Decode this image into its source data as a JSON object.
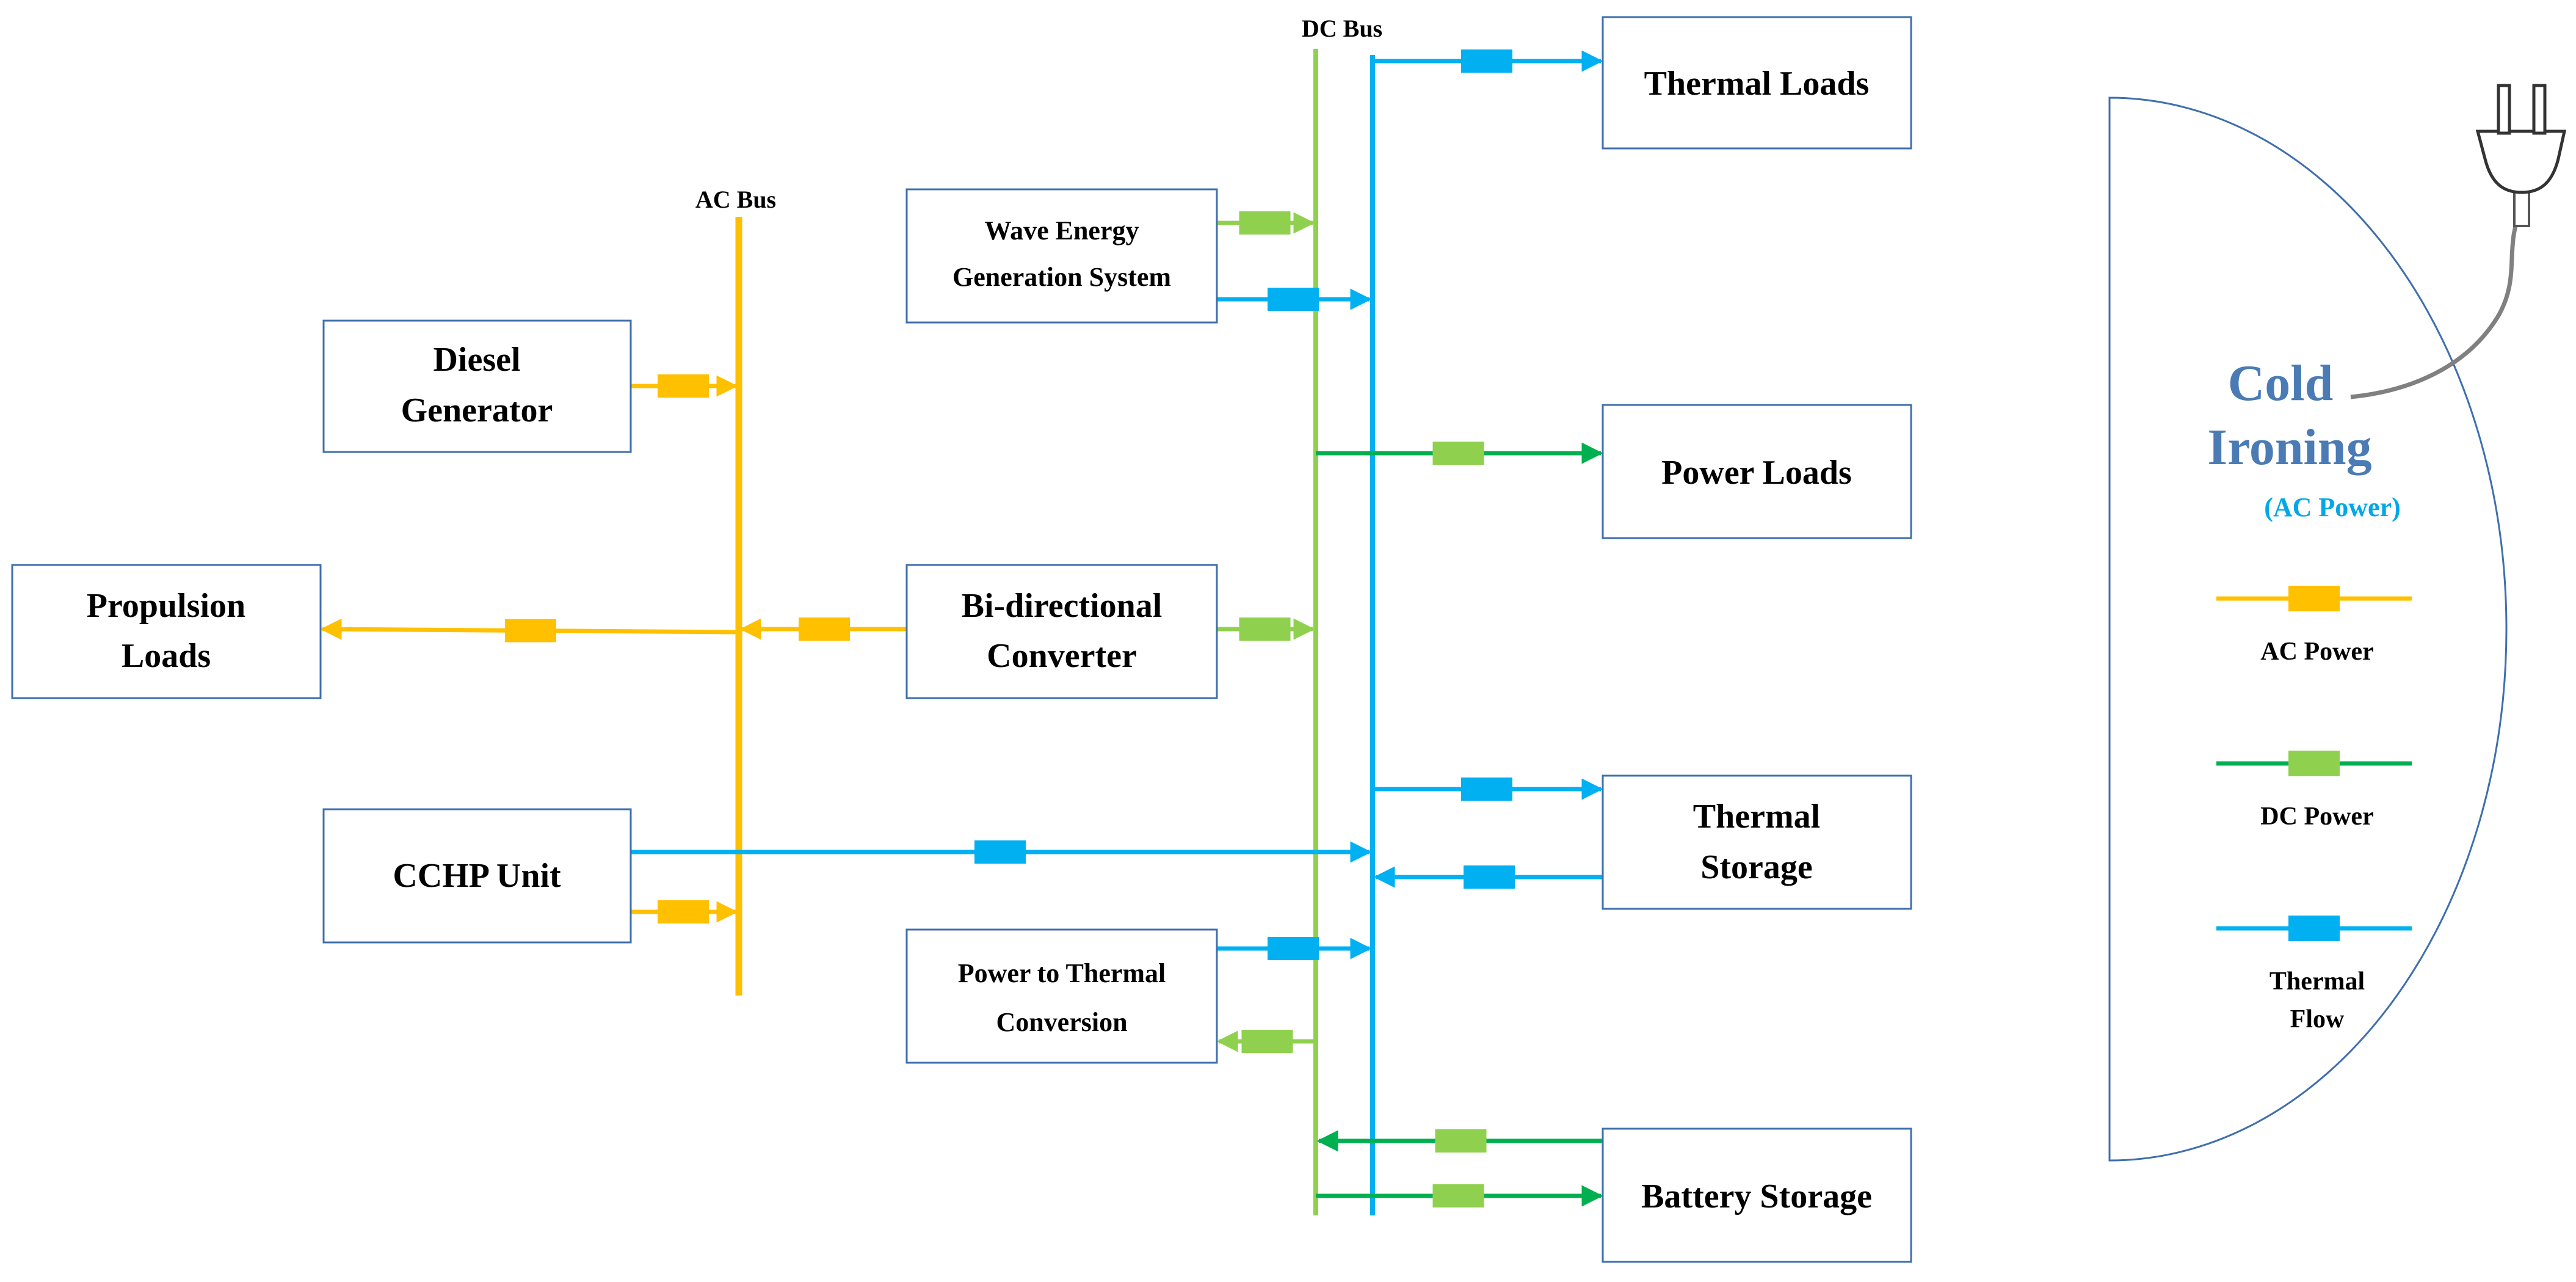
{
  "colors": {
    "ac": "#ffc000",
    "dc": "#8fd14f",
    "dc_dark": "#00b050",
    "thermal": "#00b0f0",
    "box_border": "#3f6fae",
    "title": "#4a7bb5",
    "subtitle": "#00a8e8"
  },
  "buses": {
    "ac_label": "AC Bus",
    "dc_label": "DC Bus"
  },
  "blocks": {
    "diesel_generator": [
      "Diesel",
      "Generator"
    ],
    "propulsion_loads": [
      "Propulsion",
      "Loads"
    ],
    "cchp_unit": [
      "CCHP Unit"
    ],
    "wave_energy": [
      "Wave Energy",
      "Generation System"
    ],
    "bidirectional_converter": [
      "Bi-directional",
      "Converter"
    ],
    "power_to_thermal": [
      "Power to Thermal",
      "Conversion"
    ],
    "thermal_loads": [
      "Thermal Loads"
    ],
    "power_loads": [
      "Power Loads"
    ],
    "thermal_storage": [
      "Thermal",
      "Storage"
    ],
    "battery_storage": [
      "Battery Storage"
    ]
  },
  "panel": {
    "title_line1": "Cold",
    "title_line2": "Ironing",
    "subtitle": "(AC Power)",
    "plug_icon": "power-plug-icon"
  },
  "legend": [
    {
      "key": "ac",
      "lines": [
        "AC Power"
      ]
    },
    {
      "key": "dc",
      "lines": [
        "DC Power"
      ]
    },
    {
      "key": "thermal",
      "lines": [
        "Thermal",
        "Flow"
      ]
    }
  ]
}
